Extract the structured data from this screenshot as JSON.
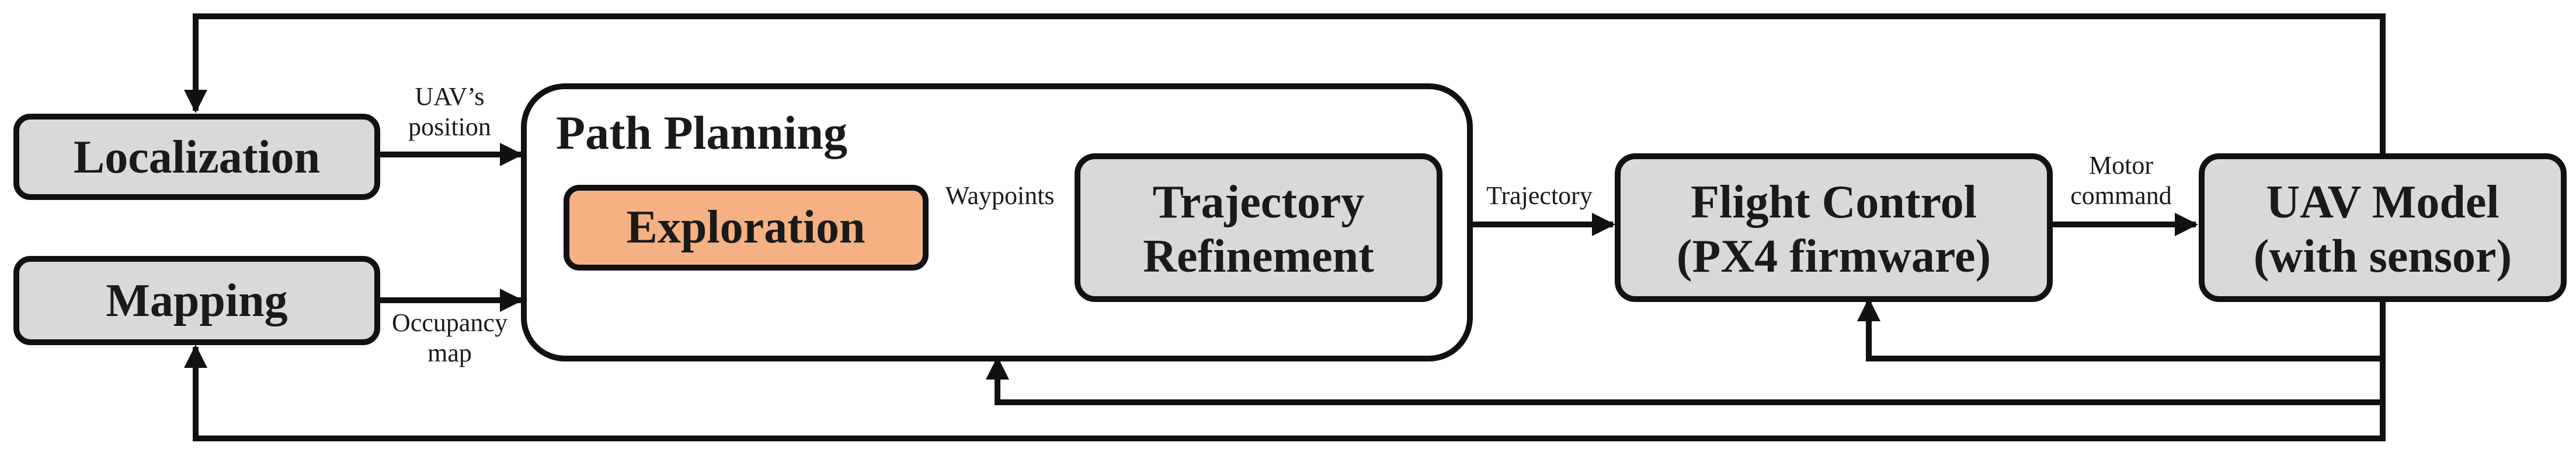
{
  "colors": {
    "node_fill": "#d9d9d9",
    "highlight_fill": "#f5b183",
    "container_fill": "#ffffff",
    "line": "#111111"
  },
  "nodes": {
    "localization": "Localization",
    "mapping": "Mapping",
    "path_planning": "Path Planning",
    "exploration": "Exploration",
    "trajectory_refinement": [
      "Trajectory",
      "Refinement"
    ],
    "flight_control": [
      "Flight Control",
      "(PX4 firmware)"
    ],
    "uav_model": [
      "UAV Model",
      "(with sensor)"
    ]
  },
  "edges": {
    "uav_position": [
      "UAV’s",
      "position"
    ],
    "occupancy_map": [
      "Occupancy",
      "map"
    ],
    "waypoints": "Waypoints",
    "trajectory": "Trajectory",
    "motor_command": [
      "Motor",
      "command"
    ]
  }
}
